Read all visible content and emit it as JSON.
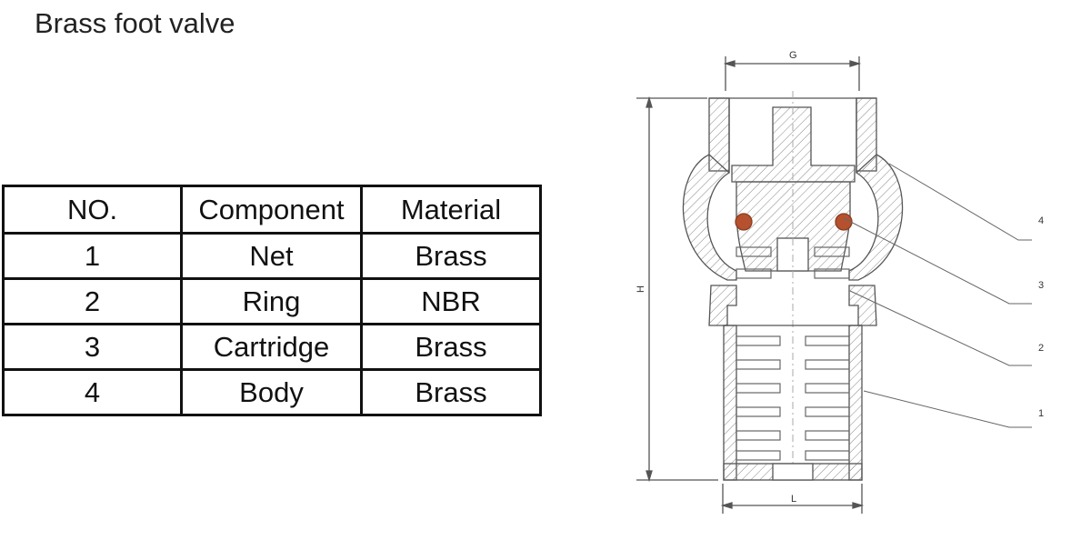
{
  "title": "Brass foot valve",
  "table": {
    "headers": [
      "NO.",
      "Component",
      "Material"
    ],
    "rows": [
      [
        "1",
        "Net",
        "Brass"
      ],
      [
        "2",
        "Ring",
        "NBR"
      ],
      [
        "3",
        "Cartridge",
        "Brass"
      ],
      [
        "4",
        "Body",
        "Brass"
      ]
    ]
  },
  "drawing": {
    "dimensions": {
      "top_width": "G",
      "height": "H",
      "bottom_width": "L"
    },
    "callouts": [
      "4",
      "3",
      "2",
      "1"
    ],
    "colors": {
      "ring": "#b5512e",
      "line": "#555555"
    }
  }
}
